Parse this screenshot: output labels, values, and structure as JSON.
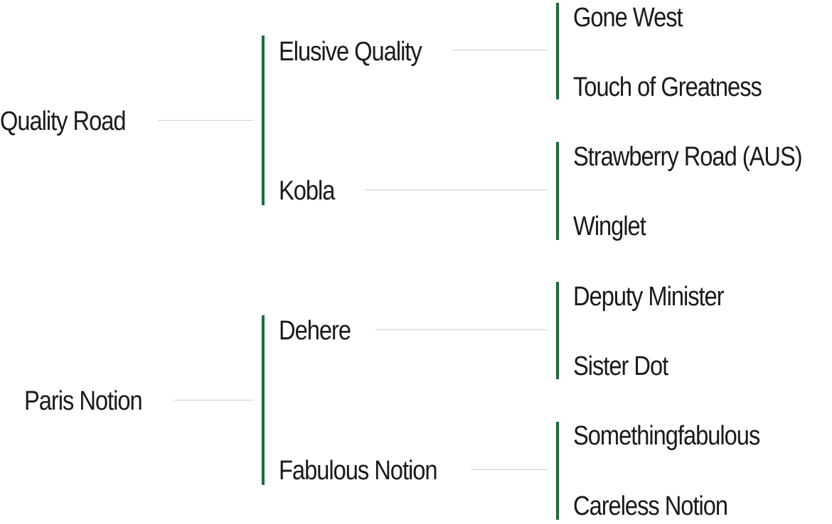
{
  "pedigree": {
    "sire": {
      "name": "Quality Road",
      "sire": {
        "name": "Elusive Quality",
        "sire": "Gone West",
        "dam": "Touch of Greatness"
      },
      "dam": {
        "name": "Kobla",
        "sire": "Strawberry Road (AUS)",
        "dam": "Winglet"
      }
    },
    "dam": {
      "name": "Paris Notion",
      "sire": {
        "name": "Dehere",
        "sire": "Deputy Minister",
        "dam": "Sister Dot"
      },
      "dam": {
        "name": "Fabulous Notion",
        "sire": "Somethingfabulous",
        "dam": "Careless Notion"
      }
    }
  },
  "colors": {
    "bracket": "#1b6b3a",
    "connector": "#cfcfcf",
    "text": "#1a1a1a"
  }
}
